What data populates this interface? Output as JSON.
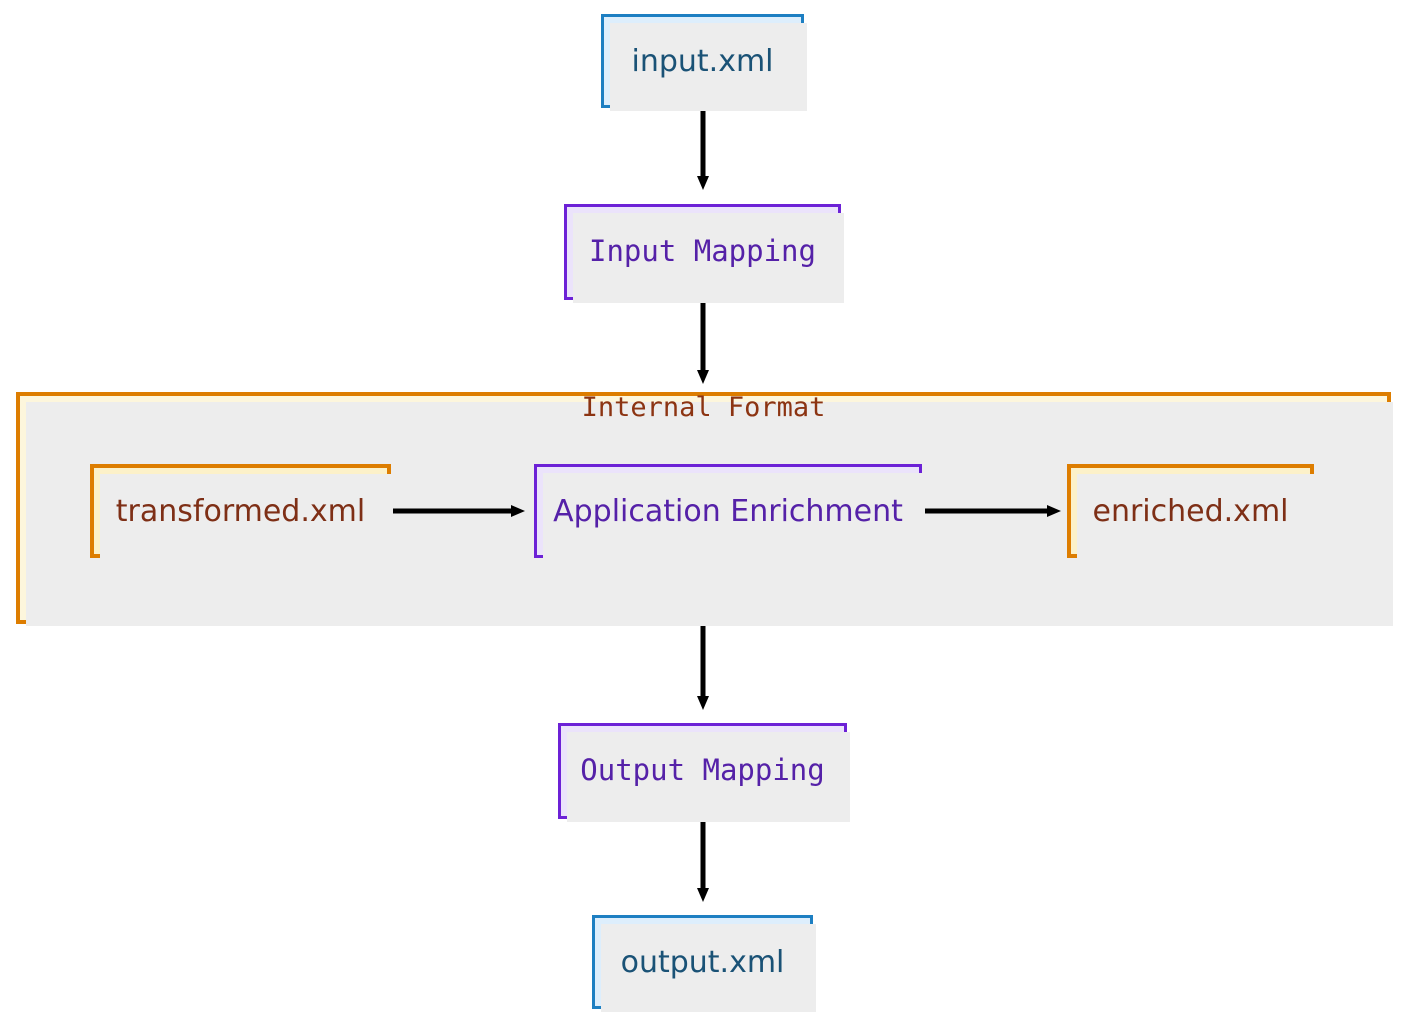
{
  "diagram": {
    "title": "XML transformation pipeline flowchart",
    "type": "flowchart",
    "direction": "top-to-bottom",
    "background": "#ffffff",
    "colors": {
      "file_blue_fill": "#ddeefc",
      "file_blue_border": "#1d7fc2",
      "file_blue_text": "#1a5276",
      "process_purple_fill": "#ebe3fb",
      "process_purple_border": "#6c21d6",
      "process_purple_text": "#5521a8",
      "file_orange_fill": "#fcf1c9",
      "file_orange_border": "#dd7d00",
      "file_orange_text": "#7e2f16",
      "cluster_fill": "#fdf6dc",
      "cluster_border": "#dd7d00",
      "cluster_text": "#8c3412",
      "edge_stroke": "#000000",
      "shadow": "#ededed"
    }
  },
  "cluster": {
    "label": "Internal Format"
  },
  "nodes": {
    "input_file": {
      "label": "input.xml"
    },
    "input_mapping": {
      "label": "Input Mapping"
    },
    "transformed_file": {
      "label": "transformed.xml"
    },
    "application_enrichment": {
      "label": "Application Enrichment"
    },
    "enriched_file": {
      "label": "enriched.xml"
    },
    "output_mapping": {
      "label": "Output Mapping"
    },
    "output_file": {
      "label": "output.xml"
    }
  },
  "edges": [
    {
      "from": "input.xml",
      "to": "Input Mapping",
      "direction": "down",
      "arrow": "solid"
    },
    {
      "from": "Input Mapping",
      "to": "Internal Format",
      "direction": "down",
      "arrow": "solid"
    },
    {
      "from": "transformed.xml",
      "to": "Application Enrichment",
      "direction": "right",
      "arrow": "solid"
    },
    {
      "from": "Application Enrichment",
      "to": "enriched.xml",
      "direction": "right",
      "arrow": "solid"
    },
    {
      "from": "Internal Format",
      "to": "Output Mapping",
      "direction": "down",
      "arrow": "solid"
    },
    {
      "from": "Output Mapping",
      "to": "output.xml",
      "direction": "down",
      "arrow": "solid"
    }
  ]
}
